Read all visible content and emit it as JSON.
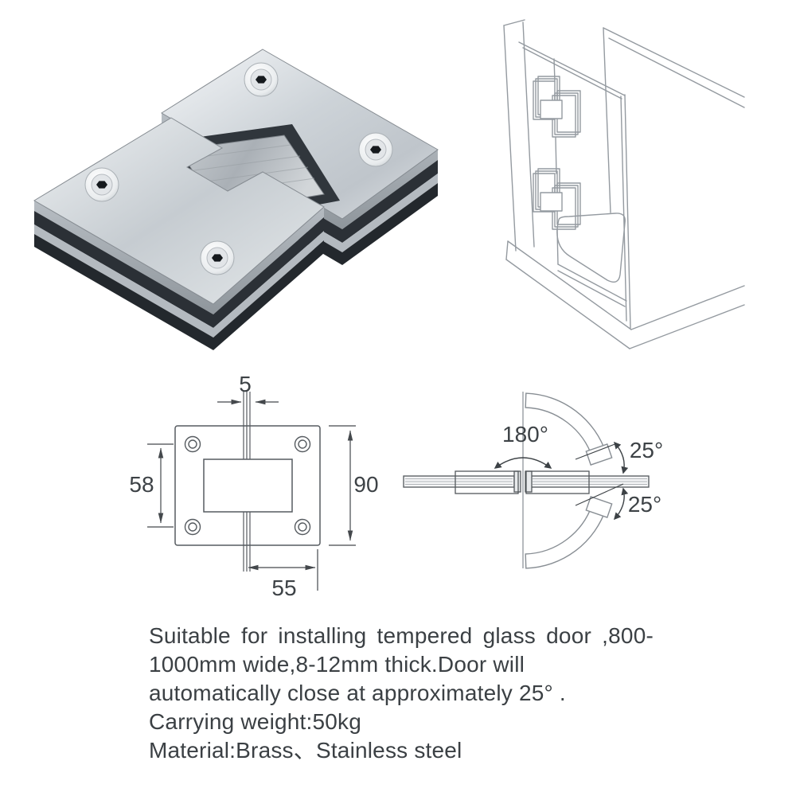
{
  "photo": {
    "alt": "brushed stainless glass-to-glass 180 degree shower hinge"
  },
  "installation": {
    "alt": "isometric drawing of hinge mounted on shower enclosure glass door"
  },
  "dimensions": {
    "gap": "5",
    "hole_spacing": "58",
    "height": "90",
    "half_width": "55"
  },
  "angles": {
    "swing": "180°",
    "close_top": "25°",
    "close_bottom": "25°"
  },
  "description": {
    "lines": [
      "Suitable for installing tempered glass door ,800-",
      "1000mm wide,8-12mm thick.Door will",
      "automatically close at approximately 25° .",
      "Carrying weight:50kg",
      "Material:Brass、Stainless steel"
    ]
  },
  "colors": {
    "line_art": "#949aa0",
    "dim_line": "#565b60",
    "label_text": "#3d4246",
    "body_text": "#3b4044",
    "metal_light": "#eef1f3",
    "metal_mid": "#c3c9ce",
    "gasket_dark": "#2b3036"
  }
}
